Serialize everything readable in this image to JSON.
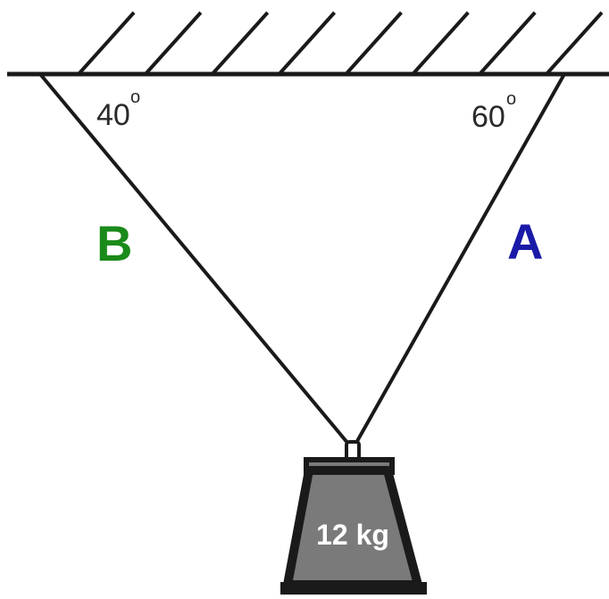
{
  "ceiling": {
    "hatch_count": 8
  },
  "angles": {
    "left": "40",
    "right": "60",
    "degree_symbol": "o"
  },
  "ropes": {
    "left": {
      "label": "B",
      "color": "#1a8a1a"
    },
    "right": {
      "label": "A",
      "color": "#1a1aa8"
    }
  },
  "mass": {
    "label": "12 kg",
    "fill": "#7a7a7a",
    "outline": "#1a1a1a"
  }
}
